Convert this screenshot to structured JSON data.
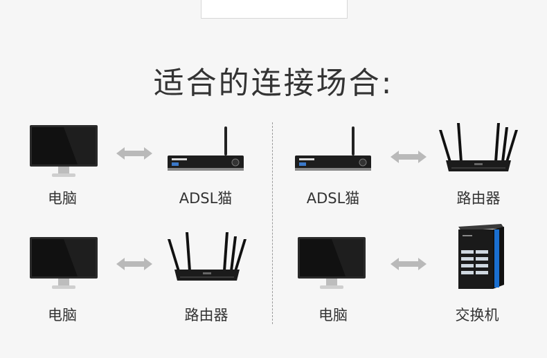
{
  "title": "适合的连接场合:",
  "scenarios": [
    {
      "left_label": "电脑",
      "right_label": "ADSL猫"
    },
    {
      "left_label": "ADSL猫",
      "right_label": "路由器"
    },
    {
      "left_label": "电脑",
      "right_label": "路由器"
    },
    {
      "left_label": "电脑",
      "right_label": "交换机"
    }
  ],
  "colors": {
    "background": "#f6f6f6",
    "arrow": "#b9b9b9",
    "switch_accent": "#1a6fd0"
  }
}
